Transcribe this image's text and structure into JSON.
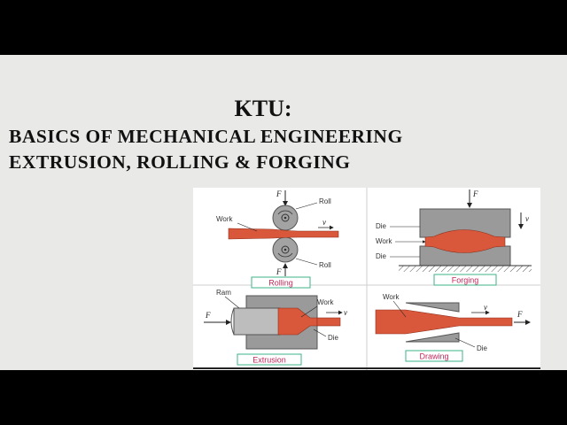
{
  "slide": {
    "title": "KTU:",
    "subtitle_line1": "BASICS OF MECHANICAL ENGINEERING",
    "subtitle_line2": "EXTRUSION, ROLLING & FORGING"
  },
  "figure": {
    "colors": {
      "work": "#d9573b",
      "tool": "#9a9a9a",
      "caption": "#c0285a",
      "caption_border": "#3db38a"
    },
    "rolling": {
      "caption": "Rolling",
      "force": "F",
      "work": "Work",
      "roll_top": "Roll",
      "roll_bottom": "Roll",
      "velocity": "v"
    },
    "forging": {
      "caption": "Forging",
      "force": "F",
      "die_top": "Die",
      "work": "Work",
      "die_bottom": "Die",
      "velocity": "v"
    },
    "extrusion": {
      "caption": "Extrusion",
      "force": "F",
      "ram": "Ram",
      "work": "Work",
      "die": "Die",
      "velocity": "v"
    },
    "drawing": {
      "caption": "Drawing",
      "force": "F",
      "work": "Work",
      "die": "Die",
      "velocity": "v"
    }
  }
}
